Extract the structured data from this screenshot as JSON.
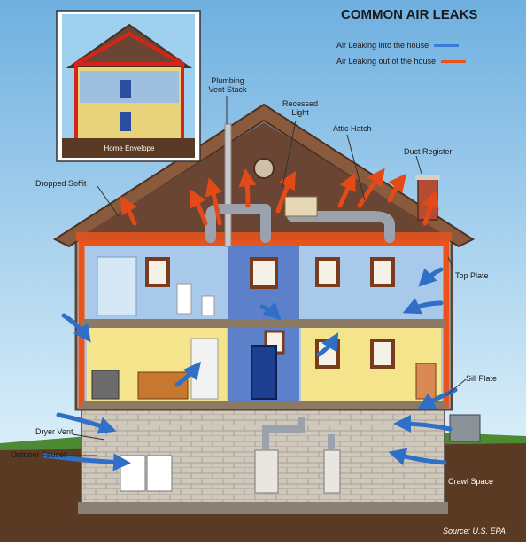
{
  "title": "COMMON AIR LEAKS",
  "legend": [
    {
      "label": "Air Leaking into the house",
      "color": "#3a7bd5"
    },
    {
      "label": "Air Leaking out of the house",
      "color": "#e8541c"
    }
  ],
  "inset_label": "Home Envelope",
  "callouts": {
    "plumbing": [
      "Plumbing",
      "Vent Stack"
    ],
    "recessed": [
      "Recessed",
      "Light"
    ],
    "attic_hatch": "Attic Hatch",
    "duct_register": "Duct Register",
    "dropped_soffit": "Dropped Soffit",
    "top_plate": "Top Plate",
    "sill_plate": "Sill Plate",
    "dryer_vent": "Dryer Vent",
    "outdoor_faucet": "Outdoor Faucet",
    "crawl_space": "Crawl Space"
  },
  "source": "Source: U.S. EPA",
  "colors": {
    "sky_top": "#8ec3e8",
    "sky_bottom": "#d3e9f6",
    "roof": "#8a5a3c",
    "attic": "#6b4533",
    "wall_blue": "#8fb4dd",
    "wall_yellow": "#f5e38a",
    "envelope": "#e8541c",
    "ground": "#5a3a22",
    "grass": "#4c8a34",
    "brick": "#c9c2b6"
  }
}
